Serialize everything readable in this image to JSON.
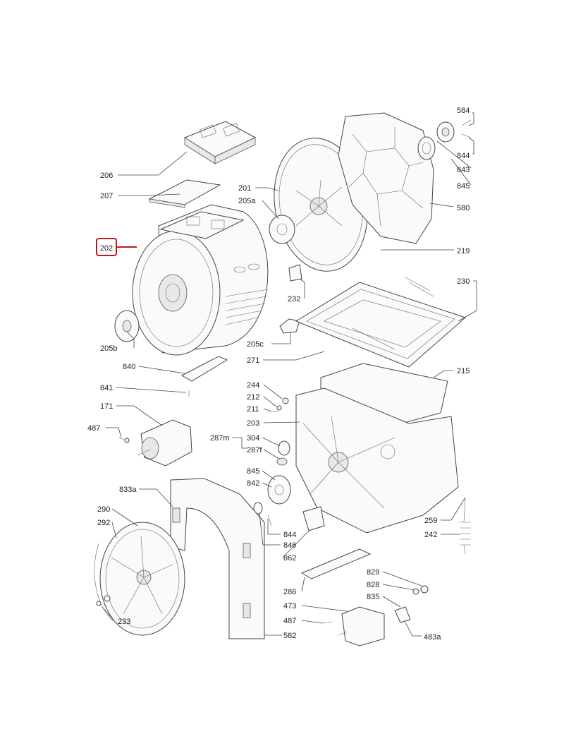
{
  "highlight": {
    "label": "202",
    "color": "#c0181f"
  },
  "labels": {
    "l584": "584",
    "l844a": "844",
    "l843": "843",
    "l845a": "845",
    "l580": "580",
    "l206": "206",
    "l207": "207",
    "l201": "201",
    "l205a": "205a",
    "l219": "219",
    "l232": "232",
    "l230": "230",
    "l205b": "205b",
    "l205c": "205c",
    "l271": "271",
    "l840": "840",
    "l215": "215",
    "l841": "841",
    "l244": "244",
    "l212": "212",
    "l211": "211",
    "l171": "171",
    "l203": "203",
    "l487a": "487",
    "l287m": "287m",
    "l304": "304",
    "l287f": "287f",
    "l845b": "845",
    "l842": "842",
    "l833a": "833a",
    "l290": "290",
    "l292": "292",
    "l844b": "844",
    "l846": "846",
    "l259": "259",
    "l242": "242",
    "l862": "862",
    "l829": "829",
    "l828": "828",
    "l835": "835",
    "l286": "286",
    "l473": "473",
    "l233": "233",
    "l487b": "487",
    "l582": "582",
    "l483a": "483a"
  }
}
